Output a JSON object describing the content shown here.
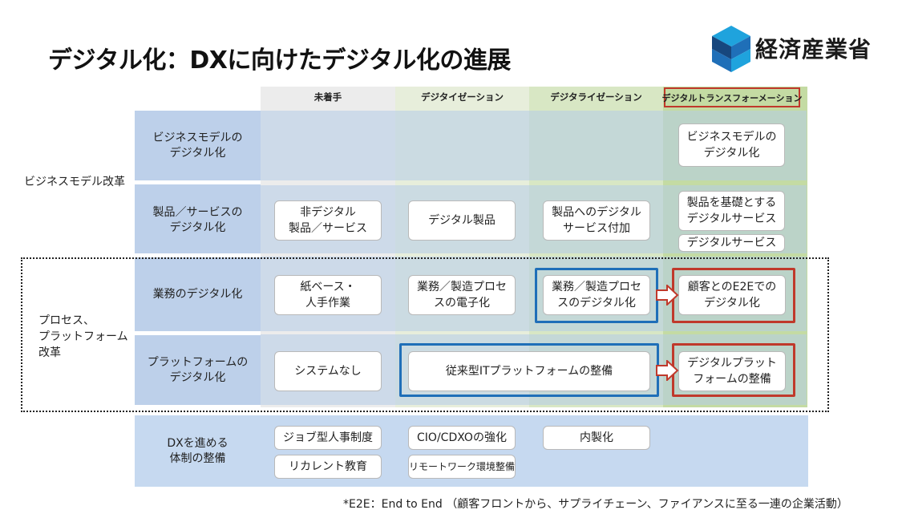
{
  "title": "デジタル化：DXに向けたデジタル化の進展",
  "logo": {
    "text": "経済産業省",
    "icon": "meti-logo-icon",
    "colors": [
      "#1f6fb8",
      "#1fa3dd",
      "#17477e"
    ]
  },
  "columns": [
    "未着手",
    "デジタイゼーション",
    "デジタライゼーション",
    "デジタルトランスフォーメーション"
  ],
  "groups": {
    "business_model": "ビジネスモデル改革",
    "process_platform": "プロセス、\nプラットフォーム\n改革"
  },
  "rows": {
    "business_model": {
      "label": "ビジネスモデルの\nデジタル化",
      "dx": "ビジネスモデルの\nデジタル化"
    },
    "product": {
      "label": "製品／サービスの\nデジタル化",
      "none": "非デジタル\n製品／サービス",
      "digitization": "デジタル製品",
      "digitalization": "製品へのデジタル\nサービス付加",
      "dx": "製品を基礎とする\nデジタルサービス",
      "dx2": "デジタルサービス"
    },
    "operations": {
      "label": "業務のデジタル化",
      "none": "紙ベース・\n人手作業",
      "digitization": "業務／製造プロセ\nスの電子化",
      "digitalization": "業務／製造プロセ\nスのデジタル化",
      "dx": "顧客とのE2Eでの\nデジタル化"
    },
    "platform": {
      "label": "プラットフォームの\nデジタル化",
      "none": "システムなし",
      "digitization_digitalization": "従来型ITプラットフォームの整備",
      "dx": "デジタルプラット\nフォームの整備"
    },
    "dx_system": {
      "label": "DXを進める\n体制の整備",
      "items": [
        "ジョブ型人事制度",
        "リカレント教育",
        "CIO/CDXOの強化",
        "リモートワーク環境整備",
        "内製化"
      ]
    }
  },
  "footnote": "*E2E：End to End （顧客フロントから、サプライチェーン、ファイアンスに至る一連の企業活動）",
  "colors": {
    "highlight_blue": "#1f6fb8",
    "highlight_red": "#c0392b",
    "row_band": "#c6d9f0",
    "col_none": "#ececec",
    "col_digitization": "#e7eedb",
    "col_digitalization": "#d8e7c4",
    "col_dx": "#c4dba3"
  }
}
